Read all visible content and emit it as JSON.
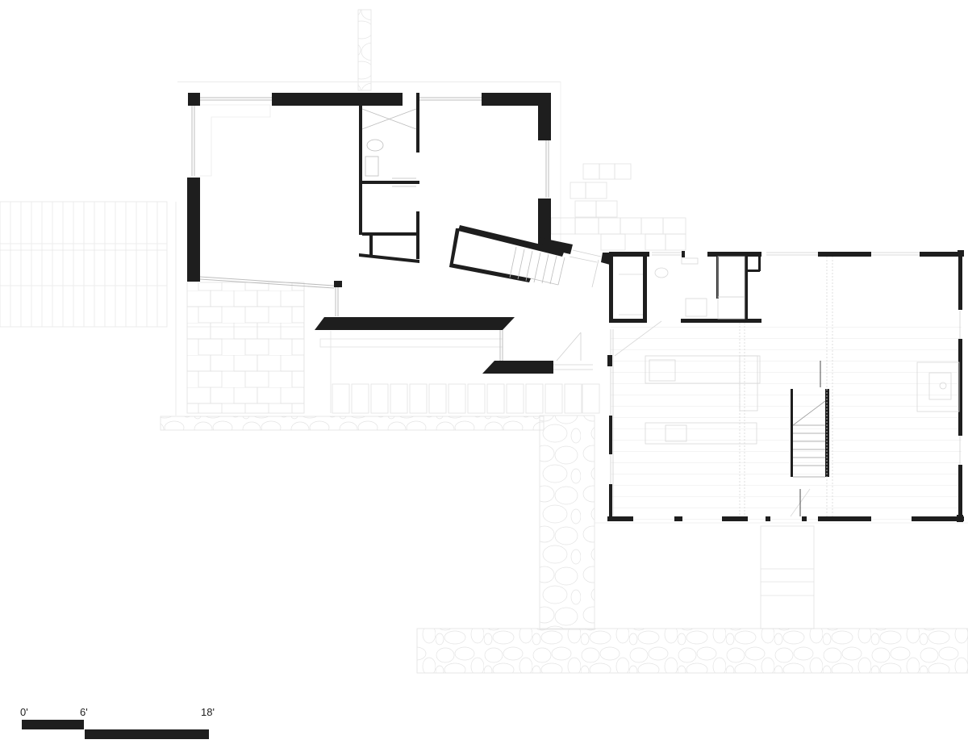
{
  "drawing": {
    "type": "architectural-floor-plan",
    "wall_color": "#1e1e1e",
    "line_color": "#d8d8d8",
    "background": "#ffffff"
  },
  "scale_bar": {
    "labels": [
      "0'",
      "6'",
      "18'"
    ],
    "unit": "feet"
  }
}
